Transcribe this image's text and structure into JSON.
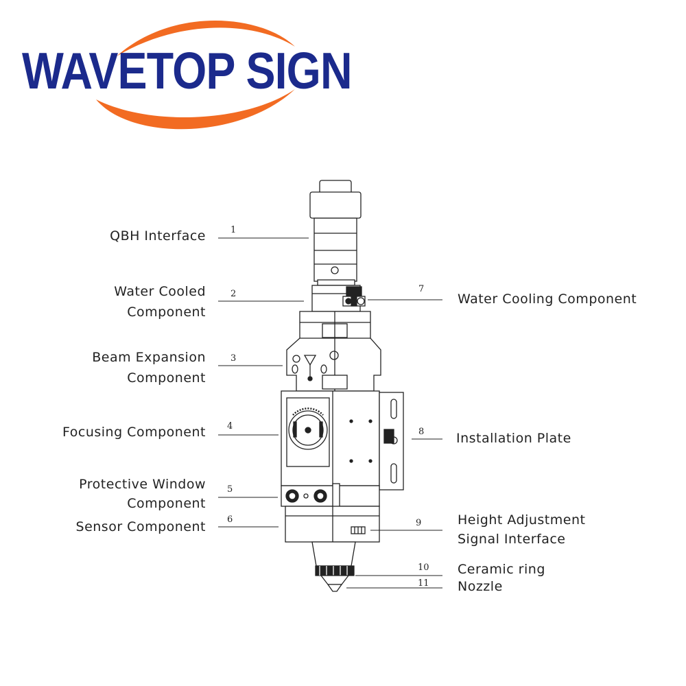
{
  "logo": {
    "text": "WAVETOP SIGN",
    "text_color": "#1b2a8c",
    "swoosh_color": "#f26b22"
  },
  "callouts": [
    {
      "num": "1",
      "label": "QBH Interface"
    },
    {
      "num": "2",
      "label_lines": [
        "Water Cooled",
        "Component"
      ]
    },
    {
      "num": "3",
      "label_lines": [
        "Beam Expansion",
        "Component"
      ]
    },
    {
      "num": "4",
      "label": "Focusing Component"
    },
    {
      "num": "5",
      "label_lines": [
        "Protective Window",
        "Component"
      ]
    },
    {
      "num": "6",
      "label": "Sensor Component"
    },
    {
      "num": "7",
      "label": "Water Cooling Component"
    },
    {
      "num": "8",
      "label": "Installation Plate"
    },
    {
      "num": "9",
      "label_lines": [
        "Height Adjustment",
        "Signal Interface"
      ]
    },
    {
      "num": "10",
      "label": "Ceramic ring"
    },
    {
      "num": "11",
      "label": "Nozzle"
    }
  ]
}
